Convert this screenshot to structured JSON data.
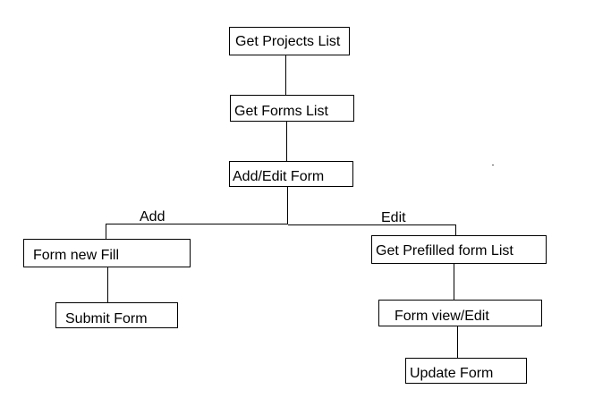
{
  "nodes": {
    "get_projects_list": "Get Projects List",
    "get_forms_list": "Get Forms List",
    "add_edit_form": "Add/Edit Form",
    "form_new_fill": "Form new Fill",
    "submit_form": "Submit Form",
    "get_prefilled_form_list": "Get Prefilled form List",
    "form_view_edit": "Form view/Edit",
    "update_form": "Update Form"
  },
  "edge_labels": {
    "add": "Add",
    "edit": "Edit"
  },
  "colors": {
    "line": "#000000",
    "background": "#ffffff"
  }
}
